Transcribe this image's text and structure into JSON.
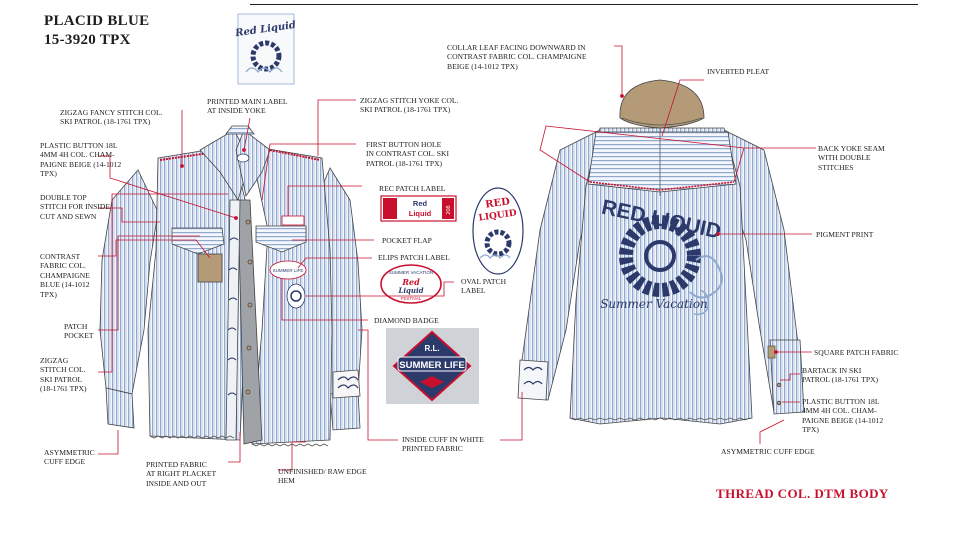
{
  "header": {
    "color_name": "PLACID BLUE",
    "color_code": "15-3920 TPX"
  },
  "callouts": {
    "main_label": "PRINTED MAIN LABEL\nAT INSIDE YOKE",
    "zigzag_fancy": "ZIGZAG FANCY STITCH COL.\nSKI PATROL (18-1761 TPX)",
    "plastic_button_front": "PLASTIC BUTTON 18L\n4MM 4H COL. CHAM-\nPAIGNE BEIGE (14-1012\nTPX)",
    "double_top_stitch": "DOUBLE TOP\nSTITCH FOR INSIDE\nCUT AND SEWN",
    "contrast_fabric": "CONTRAST\nFABRIC COL.\nCHAMPAIGNE\nBLUE (14-1012\nTPX)",
    "patch_pocket": "PATCH\nPOCKET",
    "zigzag_stitch": "ZIGZAG\nSTITCH COL.\nSKI PATROL\n(18-1761 TPX)",
    "asym_cuff_front": "ASYMMETRIC\nCUFF EDGE",
    "printed_fabric_placket": "PRINTED FABRIC\nAT RIGHT PLACKET\nINSIDE AND OUT",
    "unfinished_hem": "UNFINISHED/ RAW EDGE\nHEM",
    "zigzag_yoke": "ZIGZAG STITCH YOKE COL.\nSKI PATROL (18-1761 TPX)",
    "first_buttonhole": "FIRST BUTTON HOLE\nIN CONTRAST COL. SKI\nPATROL (18-1761 TPX)",
    "rec_patch": "REC PATCH LABEL",
    "pocket_flap": "POCKET FLAP",
    "ellips_patch": "ELIPS PATCH LABEL",
    "oval_patch": "OVAL PATCH\nLABEL",
    "diamond_badge": "DIAMOND BADGE",
    "inside_cuff": "INSIDE CUFF IN WHITE\nPRINTED FABRIC",
    "collar_leaf": "COLLAR LEAF FACING DOWNWARD IN\nCONTRAST FABRIC COL. CHAMPAIGNE\nBEIGE (14-1012 TPX)",
    "inverted_pleat": "INVERTED PLEAT",
    "back_yoke_seam": "BACK YOKE SEAM\nWITH DOUBLE\nSTITCHES",
    "pigment_print": "PIGMENT PRINT",
    "square_patch": "SQUARE PATCH FABRIC",
    "bartack": "BARTACK IN SKI\nPATROL (18-1761 TPX)",
    "plastic_button_back": "PLASTIC BUTTON 18L\n4MM 4H COL. CHAM-\nPAIGNE BEIGE (14-1012\nTPX)",
    "asym_cuff_back": "ASYMMETRIC CUFF EDGE"
  },
  "artwork": {
    "main_label_brand": "Red Liquid",
    "rec_patch_line1": "Red",
    "rec_patch_line2": "Liquid",
    "rec_patch_number": "208",
    "oval_brand_line1": "RED",
    "oval_brand_line2": "LIQUID",
    "ellips_top": "SUMMER VACATION",
    "ellips_brand_line1": "Red",
    "ellips_brand_line2": "Liquid",
    "ellips_bottom": "FESTIVAL",
    "diamond_top": "R.L.",
    "diamond_main": "SUMMER LIFE",
    "back_print_brand": "RED LIQUID",
    "back_print_script": "Summer Vacation",
    "front_badge": "SUMMER LIFE"
  },
  "footer": {
    "thread_note": "THREAD COL. DTM  BODY"
  },
  "colors": {
    "accent_red": "#c8102e",
    "stripe_blue": "#8fa9cf",
    "navy": "#2c3a6b",
    "beige": "#b59a78"
  }
}
